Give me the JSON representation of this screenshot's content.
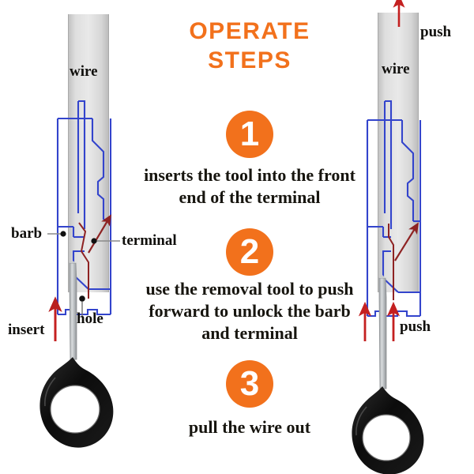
{
  "header": {
    "title_line1": "OPERATE",
    "title_line2": "STEPS",
    "accent_color": "#F2711C"
  },
  "steps": [
    {
      "number": "1",
      "text": "inserts the tool into the front end of the terminal"
    },
    {
      "number": "2",
      "text": "use the removal tool to push forward to unlock the barb and terminal"
    },
    {
      "number": "3",
      "text": "pull the wire out"
    }
  ],
  "diagram_left": {
    "name": "step-1-2-cutaway",
    "labels": {
      "wire": "wire",
      "barb": "barb",
      "terminal": "terminal",
      "hole": "hole",
      "insert": "insert"
    },
    "colors": {
      "terminal_outline": "#3344CC",
      "barb": "#8E2323",
      "arrow": "#C42020",
      "wire_body": "#D4D4D4",
      "tool_metal": "#B9BCBE",
      "handle": "#111111",
      "leader": "#8A8A8A"
    }
  },
  "diagram_right": {
    "name": "step-3-cutaway",
    "labels": {
      "wire": "wire",
      "push_top": "push",
      "push_bottom": "push"
    },
    "colors": {
      "terminal_outline": "#3344CC",
      "barb": "#8E2323",
      "arrow": "#C42020",
      "wire_body": "#D4D4D4",
      "tool_metal": "#B9BCBE",
      "handle": "#111111"
    }
  }
}
